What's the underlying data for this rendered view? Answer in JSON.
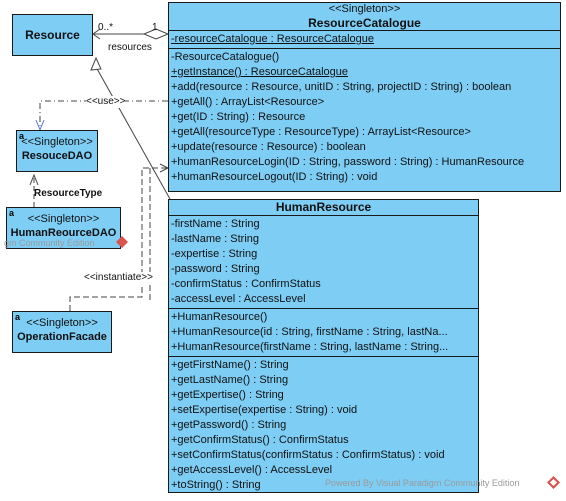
{
  "colors": {
    "class_fill": "#7ecdf4",
    "line": "#444444",
    "text": "#111111"
  },
  "relations": {
    "multiplicity_many": "0..*",
    "multiplicity_one": "1",
    "resources": "resources",
    "use": "<<use>>",
    "resource_type": "ResourceType",
    "instantiate": "<<instantiate>>"
  },
  "resource": {
    "name": "Resource"
  },
  "resource_catalogue": {
    "stereotype": "<<Singleton>>",
    "name": "ResourceCatalogue",
    "attributes": [
      "-resourceCatalogue : ResourceCatalogue"
    ],
    "operations": [
      "-ResourceCatalogue()",
      "+getInstance() : ResourceCatalogue",
      "+add(resource : Resource, unitID : String, projectID : String) : boolean",
      "+getAll() : ArrayList<Resource>",
      "+get(ID : String) : Resource",
      "+getAll(resourceType : ResourceType) : ArrayList<Resource>",
      "+update(resource : Resource) : boolean",
      "+humanResourceLogin(ID : String, password : String) : HumanResource",
      "+humanResourceLogout(ID : String) : void"
    ]
  },
  "resouce_dao": {
    "stereotype": "<<Singleton>>",
    "name": "ResouceDAO"
  },
  "human_resource_dao": {
    "stereotype": "<<Singleton>>",
    "name": "HumanReourceDAO"
  },
  "operation_facade": {
    "stereotype": "<<Singleton>>",
    "name": "OperationFacade"
  },
  "human_resource": {
    "name": "HumanResource",
    "attributes": [
      "-firstName : String",
      "-lastName : String",
      "-expertise : String",
      "-password : String",
      "-confirmStatus : ConfirmStatus",
      "-accessLevel : AccessLevel"
    ],
    "constructors": [
      "+HumanResource()",
      "+HumanResource(id : String, firstName : String, lastNa...",
      "+HumanResource(firstName : String, lastName : String..."
    ],
    "operations": [
      "+getFirstName() : String",
      "+getLastName() : String",
      "+getExpertise() : String",
      "+setExpertise(expertise : String) : void",
      "+getPassword() : String",
      "+getConfirmStatus() : ConfirmStatus",
      "+setConfirmStatus(confirmStatus : ConfirmStatus) : void",
      "+getAccessLevel() : AccessLevel",
      "+toString() : String"
    ]
  },
  "watermarks": {
    "small": "gm Community Edition",
    "footer": "Powered By  Visual Paradigm Community Edition"
  }
}
